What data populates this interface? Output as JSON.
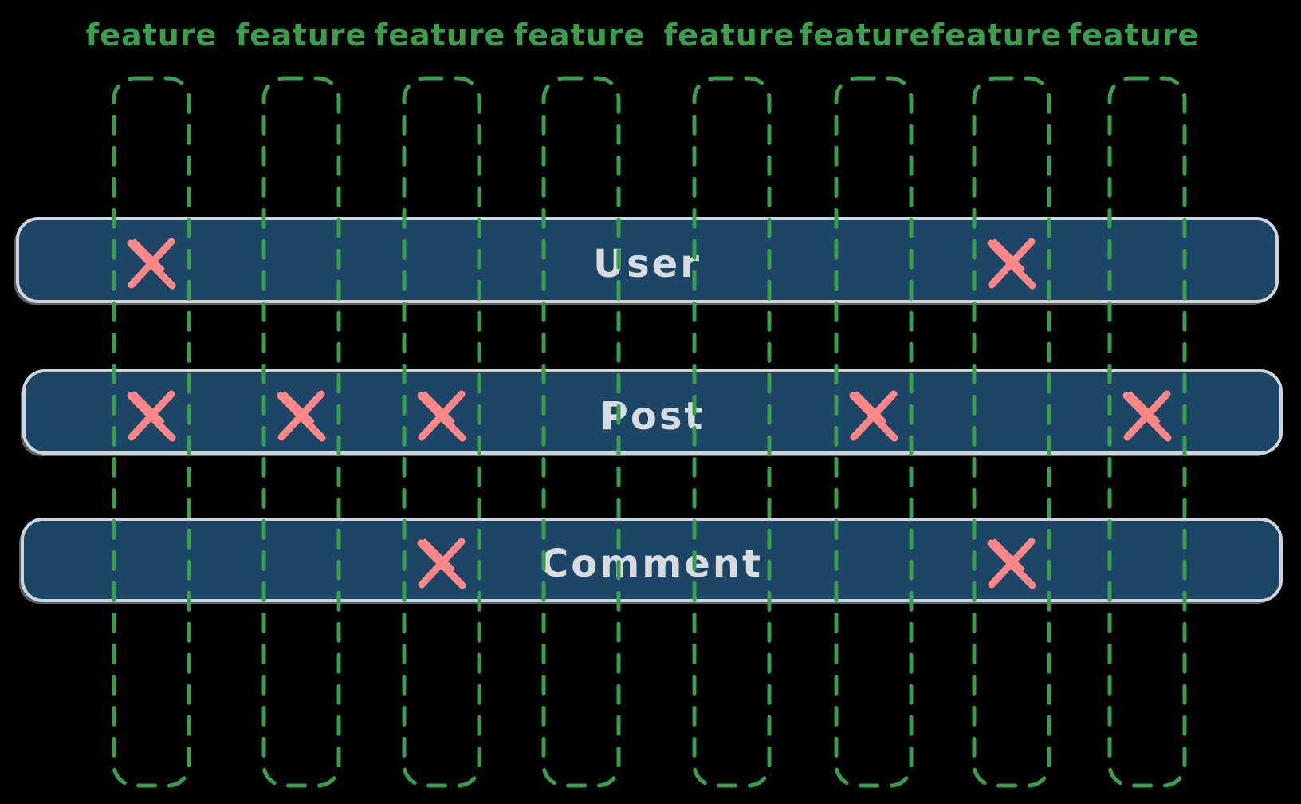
{
  "diagram": {
    "background_color": "#000000",
    "feature_columns": [
      {
        "label": "feature"
      },
      {
        "label": "feature"
      },
      {
        "label": "feature"
      },
      {
        "label": "feature"
      },
      {
        "label": "feature"
      },
      {
        "label": "feature"
      },
      {
        "label": "feature"
      },
      {
        "label": "feature"
      }
    ],
    "entities": [
      {
        "name": "User",
        "feature_marks": [
          1,
          7
        ]
      },
      {
        "name": "Post",
        "feature_marks": [
          1,
          2,
          3,
          6,
          8
        ]
      },
      {
        "name": "Comment",
        "feature_marks": [
          3,
          7
        ]
      }
    ],
    "colors": {
      "column_green": "#3a9e4c",
      "label_green": "#3a9e4c",
      "bar_fill": "#1d4566",
      "bar_border": "#ced4da",
      "bar_text": "#d8dcdf",
      "mark_red": "#ff8787"
    }
  }
}
